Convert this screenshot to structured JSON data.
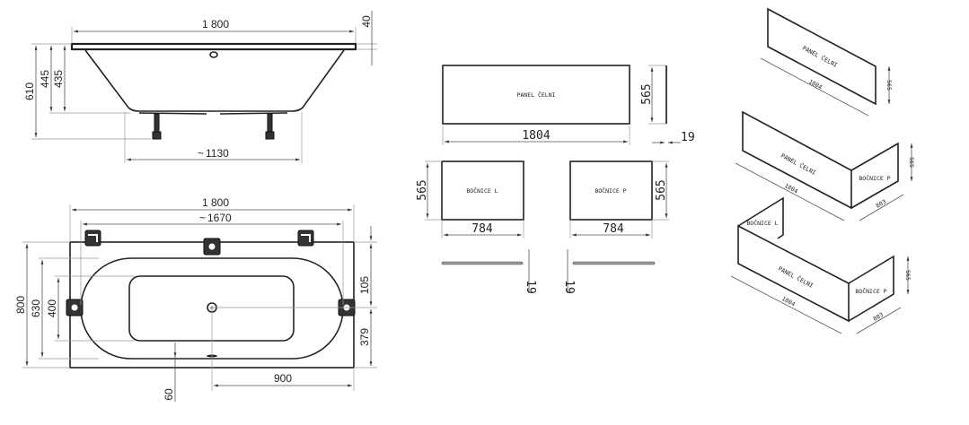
{
  "side_view": {
    "length": "1 800",
    "rim": "40",
    "height_total": "610",
    "height_445": "445",
    "height_435": "435",
    "legs": "1130",
    "approx": "~"
  },
  "top_view": {
    "length": "1 800",
    "inner_length": "1670",
    "width": "800",
    "inner_width": "630",
    "bottom_width": "400",
    "drain_offset_top": "105",
    "drain_offset_bottom": "379",
    "drain_offset_right": "900",
    "overflow_offset": "60",
    "approx": "~"
  },
  "panels": {
    "front": {
      "label": "PANEL ČELNI",
      "width": "1804",
      "height": "565",
      "thickness": "19"
    },
    "side_left": {
      "label": "BOČNICE L",
      "width": "784",
      "height": "565",
      "thickness": "19"
    },
    "side_right": {
      "label": "BOČNICE P",
      "width": "784",
      "height": "565",
      "thickness": "19"
    }
  },
  "iso": {
    "a": {
      "front": "PANEL ČELNI",
      "width": "1804",
      "height": "565"
    },
    "b": {
      "front": "PANEL ČELNI",
      "side": "BOČNICE P",
      "width": "1804",
      "side_width": "803",
      "height": "565"
    },
    "c": {
      "front": "PANEL ČELNI",
      "left": "BOČNICE L",
      "side": "BOČNICE P",
      "width": "1804",
      "side_width": "803",
      "height": "565"
    }
  }
}
